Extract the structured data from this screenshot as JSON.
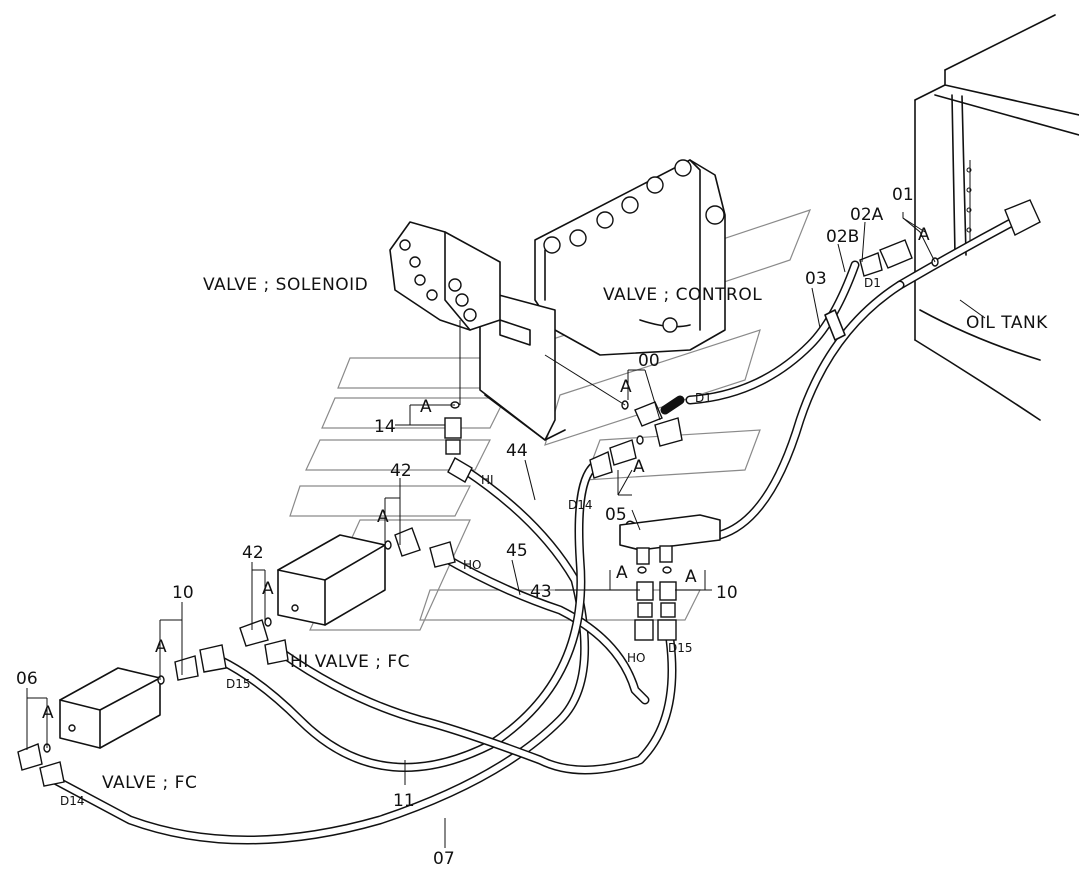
{
  "labels": {
    "valve_solenoid": "VALVE ; SOLENOID",
    "valve_control": "VALVE ; CONTROL",
    "oil_tank": "OIL TANK",
    "valve_fc_upper": "HI  VALVE ; FC",
    "valve_fc_lower": "VALVE ; FC"
  },
  "parts": {
    "p01": "01",
    "p02a": "02A",
    "p02b": "02B",
    "p03": "03",
    "p00": "00",
    "p14": "14",
    "p42a": "42",
    "p42b": "42",
    "p44": "44",
    "p45": "45",
    "p43": "43",
    "p05": "05",
    "p10a": "10",
    "p10b": "10",
    "p06": "06",
    "p11": "11",
    "p07": "07"
  },
  "markers": {
    "a": "A"
  },
  "ports": {
    "d1_top": "D1",
    "d1_mid": "D1",
    "hi_mid": "HI",
    "ho_mid": "HO",
    "d14_right": "D14",
    "ho_right": "HO",
    "d15_right": "D15",
    "d15_left": "D15",
    "d14_left": "D14"
  }
}
